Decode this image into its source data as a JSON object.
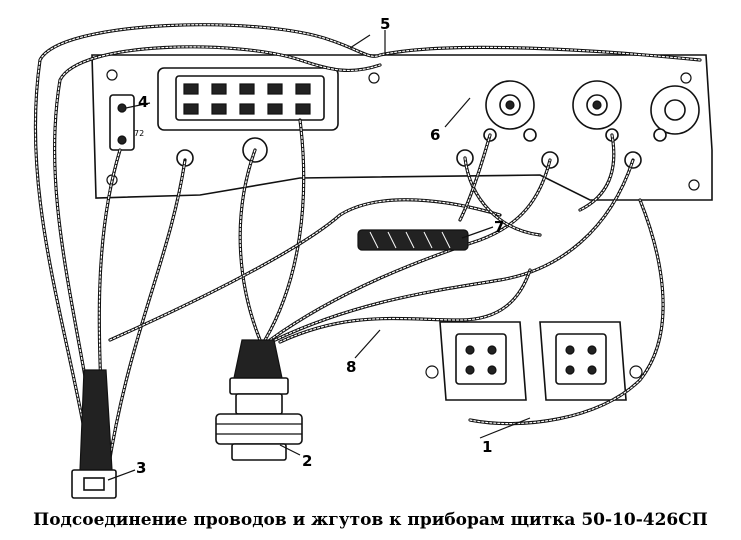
{
  "title": "Подсоединение проводов и жгутов к приборам щитка 50-10-426СП",
  "callouts": [
    {
      "id": "1",
      "label": "1"
    },
    {
      "id": "2",
      "label": "2"
    },
    {
      "id": "3",
      "label": "3"
    },
    {
      "id": "4",
      "label": "4"
    },
    {
      "id": "5",
      "label": "5"
    },
    {
      "id": "6",
      "label": "6"
    },
    {
      "id": "7",
      "label": "7"
    },
    {
      "id": "8",
      "label": "8"
    }
  ],
  "terminal_labels": {
    "switch_mark": "72"
  },
  "colors": {
    "ink": "#111111",
    "paper": "#ffffff"
  }
}
